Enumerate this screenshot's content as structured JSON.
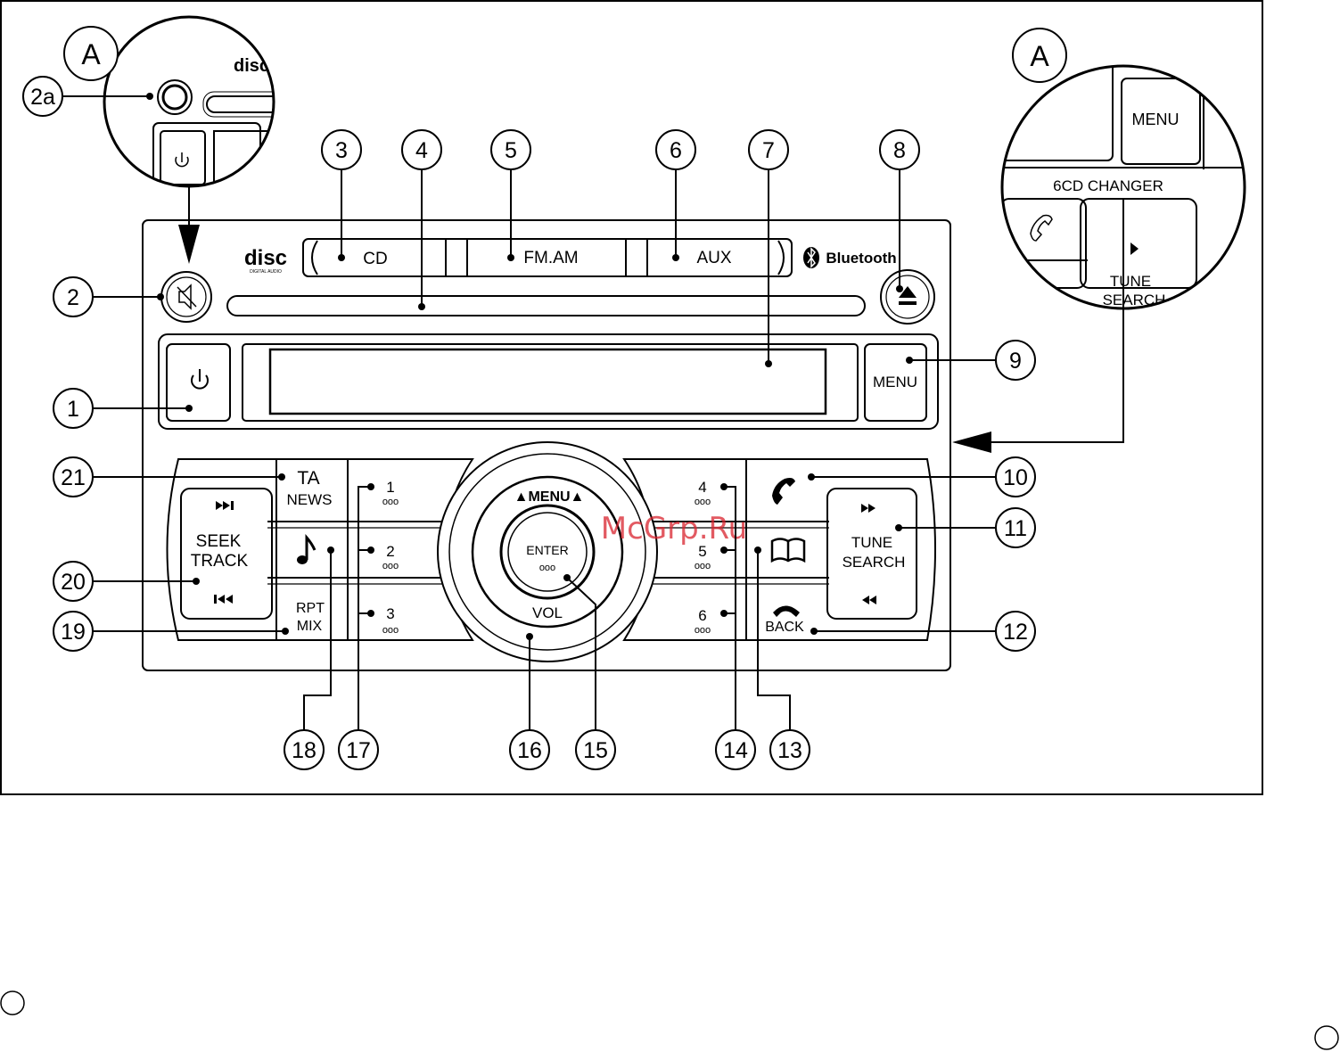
{
  "frame_marks": [
    "",
    ""
  ],
  "callouts": [
    {
      "id": "1",
      "label": "1"
    },
    {
      "id": "2",
      "label": "2"
    },
    {
      "id": "2a",
      "label": "2a"
    },
    {
      "id": "3",
      "label": "3"
    },
    {
      "id": "4",
      "label": "4"
    },
    {
      "id": "5",
      "label": "5"
    },
    {
      "id": "6",
      "label": "6"
    },
    {
      "id": "7",
      "label": "7"
    },
    {
      "id": "8",
      "label": "8"
    },
    {
      "id": "9",
      "label": "9"
    },
    {
      "id": "10",
      "label": "10"
    },
    {
      "id": "11",
      "label": "11"
    },
    {
      "id": "12",
      "label": "12"
    },
    {
      "id": "13",
      "label": "13"
    },
    {
      "id": "14",
      "label": "14"
    },
    {
      "id": "15",
      "label": "15"
    },
    {
      "id": "16",
      "label": "16"
    },
    {
      "id": "17",
      "label": "17"
    },
    {
      "id": "18",
      "label": "18"
    },
    {
      "id": "19",
      "label": "19"
    },
    {
      "id": "20",
      "label": "20"
    },
    {
      "id": "21",
      "label": "21"
    }
  ],
  "detail_labels": {
    "left": "A",
    "right": "A"
  },
  "unit": {
    "cd_label": "CD",
    "fm_am_label": "FM.AM",
    "aux_label": "AUX",
    "bluetooth_label": "Bluetooth",
    "menu_label": "MENU",
    "ta_label": "TA",
    "news_label": "NEWS",
    "seek_label": "SEEK",
    "track_label": "TRACK",
    "rpt_label": "RPT",
    "mix_label": "MIX",
    "preset_1": "1",
    "preset_2": "2",
    "preset_3": "3",
    "preset_4": "4",
    "preset_5": "5",
    "preset_6": "6",
    "dial_menu_label": "▲MENU▲",
    "enter_label": "ENTER",
    "vol_label": "VOL",
    "tune_label": "TUNE",
    "search_label": "SEARCH",
    "back_label": "BACK",
    "disc_logo": "disc",
    "disc_logo_sub": "DIGITAL AUDIO"
  },
  "detail_right": {
    "menu_label": "MENU",
    "changer_label": "6CD CHANGER",
    "tune_label": "TUNE",
    "search_label": "SEARCH"
  },
  "watermark": "McGrp.Ru",
  "icons": [
    "power-icon",
    "mute-icon",
    "eject-icon",
    "phone-icon",
    "music-note-icon",
    "phonebook-icon",
    "hangup-icon",
    "seek-forward-icon",
    "seek-back-icon",
    "fast-forward-icon",
    "rewind-icon",
    "bluetooth-icon"
  ]
}
